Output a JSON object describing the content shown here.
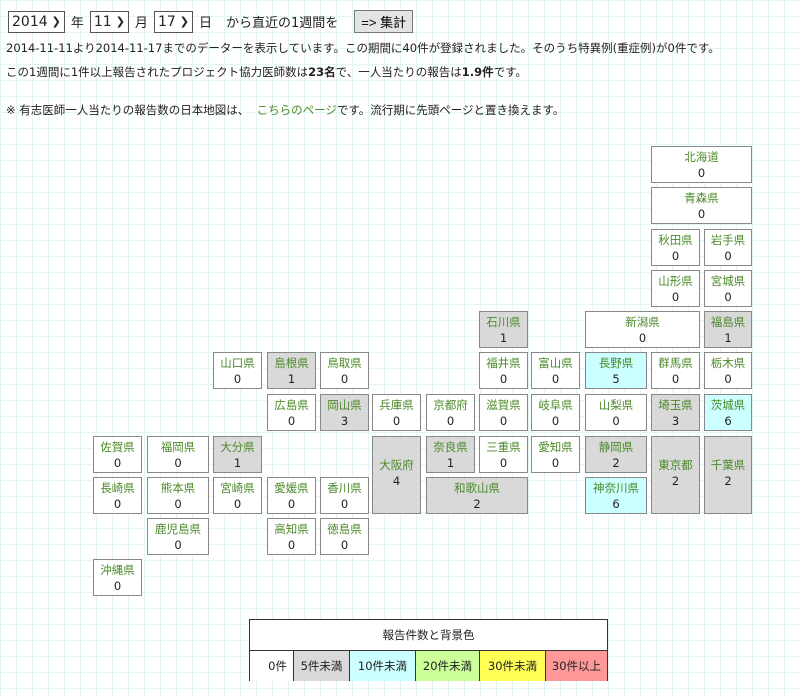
{
  "controls": {
    "year": "2014",
    "year_suffix": "年",
    "month": "11",
    "month_suffix": "月",
    "day": "17",
    "day_suffix": "日",
    "range_text": "から直近の1週間を",
    "submit_label": "=> 集計"
  },
  "summary": {
    "line1": "2014-11-11より2014-11-17までのデーターを表示しています。この期間に40件が登録されました。そのうち特異例(重症例)が0件です。",
    "line2_a": "この1週間に1件以上報告されたプロジェクト協力医師数は",
    "line2_doctors": "23名",
    "line2_b": "で、一人当たりの報告は",
    "line2_avg": "1.9件",
    "line2_c": "です。",
    "note_a": "※ 有志医師一人当たりの報告数の日本地図は、",
    "note_link": "こちらのページ",
    "note_b": "です。流行期に先頭ページと置き換えます。"
  },
  "colors": {
    "zero": "#ffffff",
    "lt5": "#d9d9d9",
    "lt10": "#ccffff",
    "lt20": "#ccff99",
    "lt30": "#ffff55",
    "ge30": "#ff9999",
    "label": "#4c8a2a"
  },
  "prefectures": [
    {
      "name": "北海道",
      "count": "0"
    },
    {
      "name": "青森県",
      "count": "0"
    },
    {
      "name": "秋田県",
      "count": "0"
    },
    {
      "name": "岩手県",
      "count": "0"
    },
    {
      "name": "山形県",
      "count": "0"
    },
    {
      "name": "宮城県",
      "count": "0"
    },
    {
      "name": "石川県",
      "count": "1"
    },
    {
      "name": "新潟県",
      "count": "0"
    },
    {
      "name": "福島県",
      "count": "1"
    },
    {
      "name": "山口県",
      "count": "0"
    },
    {
      "name": "島根県",
      "count": "1"
    },
    {
      "name": "鳥取県",
      "count": "0"
    },
    {
      "name": "福井県",
      "count": "0"
    },
    {
      "name": "富山県",
      "count": "0"
    },
    {
      "name": "長野県",
      "count": "5"
    },
    {
      "name": "群馬県",
      "count": "0"
    },
    {
      "name": "栃木県",
      "count": "0"
    },
    {
      "name": "広島県",
      "count": "0"
    },
    {
      "name": "岡山県",
      "count": "3"
    },
    {
      "name": "兵庫県",
      "count": "0"
    },
    {
      "name": "京都府",
      "count": "0"
    },
    {
      "name": "滋賀県",
      "count": "0"
    },
    {
      "name": "岐阜県",
      "count": "0"
    },
    {
      "name": "山梨県",
      "count": "0"
    },
    {
      "name": "埼玉県",
      "count": "3"
    },
    {
      "name": "茨城県",
      "count": "6"
    },
    {
      "name": "佐賀県",
      "count": "0"
    },
    {
      "name": "福岡県",
      "count": "0"
    },
    {
      "name": "大分県",
      "count": "1"
    },
    {
      "name": "大阪府",
      "count": "4"
    },
    {
      "name": "奈良県",
      "count": "1"
    },
    {
      "name": "三重県",
      "count": "0"
    },
    {
      "name": "愛知県",
      "count": "0"
    },
    {
      "name": "静岡県",
      "count": "2"
    },
    {
      "name": "東京都",
      "count": "2"
    },
    {
      "name": "千葉県",
      "count": "2"
    },
    {
      "name": "長崎県",
      "count": "0"
    },
    {
      "name": "熊本県",
      "count": "0"
    },
    {
      "name": "宮崎県",
      "count": "0"
    },
    {
      "name": "愛媛県",
      "count": "0"
    },
    {
      "name": "香川県",
      "count": "0"
    },
    {
      "name": "和歌山県",
      "count": "2"
    },
    {
      "name": "神奈川県",
      "count": "6"
    },
    {
      "name": "鹿児島県",
      "count": "0"
    },
    {
      "name": "高知県",
      "count": "0"
    },
    {
      "name": "徳島県",
      "count": "0"
    },
    {
      "name": "沖縄県",
      "count": "0"
    }
  ],
  "legend": {
    "title": "報告件数と背景色",
    "items": [
      "0件",
      "5件未満",
      "10件未満",
      "20件未満",
      "30件未満",
      "30件以上"
    ]
  }
}
